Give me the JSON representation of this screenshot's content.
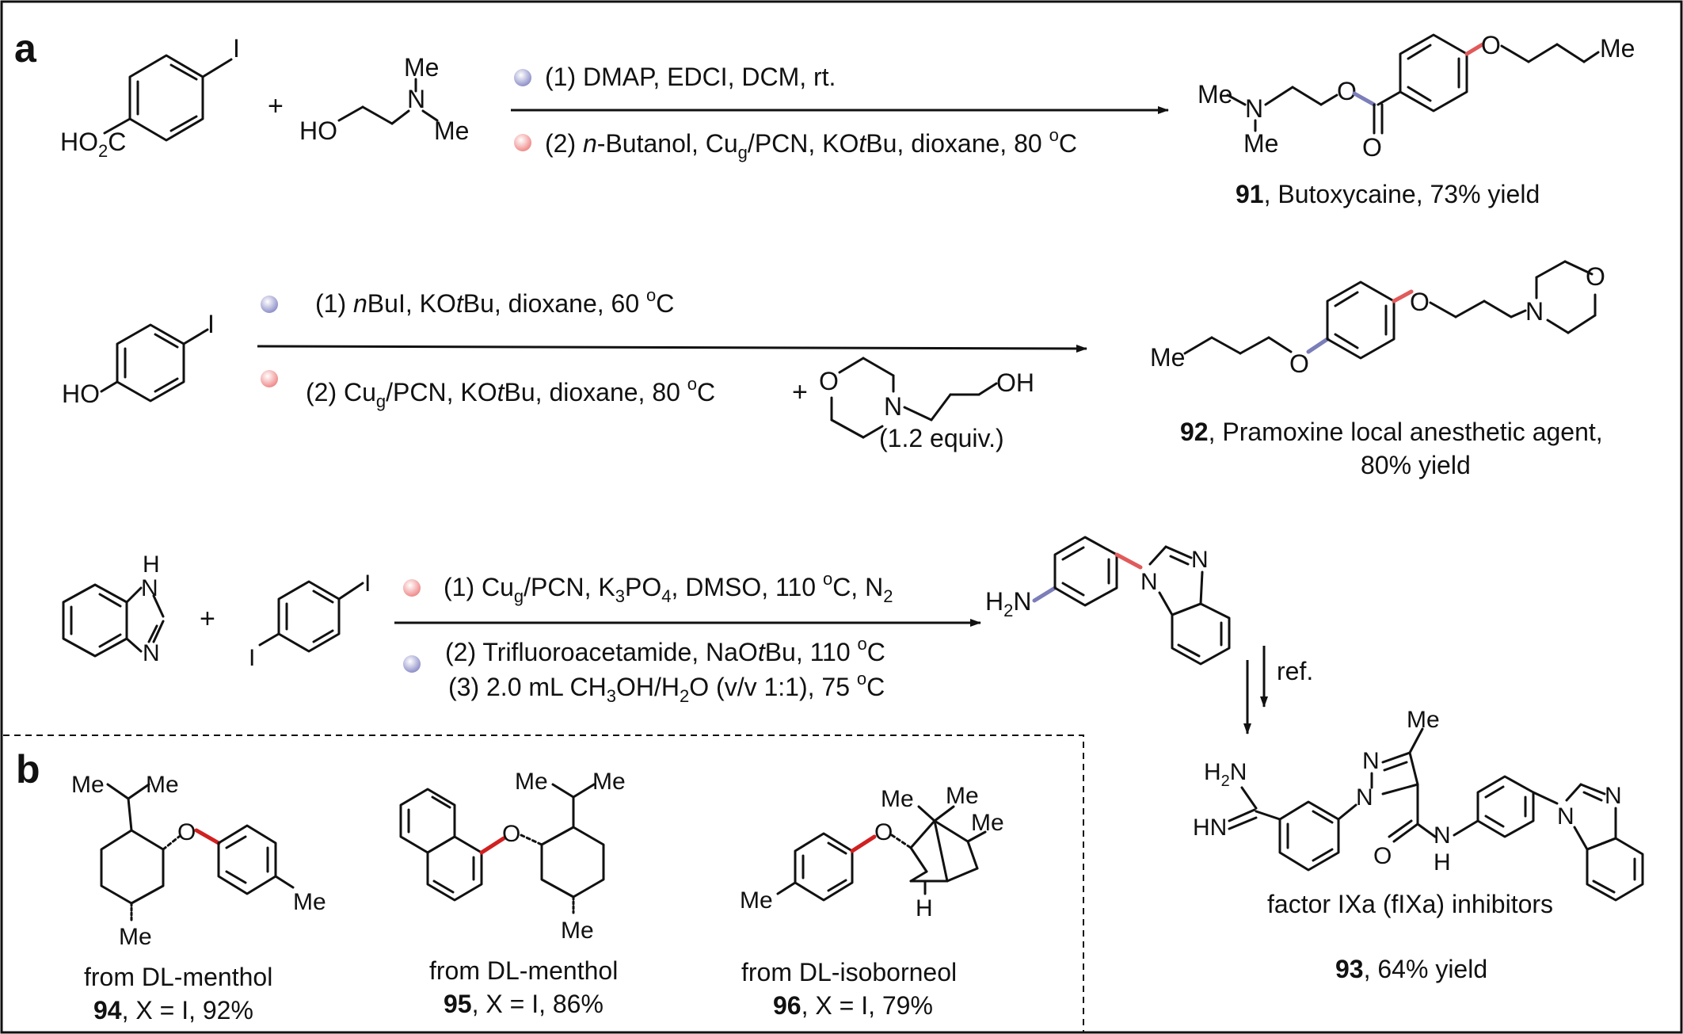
{
  "panels": {
    "a": "a",
    "b": "b"
  },
  "colors": {
    "base_site": "#8f90c9",
    "cu_site": "#f08a8a",
    "new_co_bond": "#7b7eb8",
    "new_cx_bond": "#e15a5a",
    "panel_b_bond": "#d12020"
  },
  "scheme1": {
    "plus": "+",
    "cond1": "(1) DMAP,  EDCI, DCM, rt.",
    "cond2_pre": "(2) ",
    "cond2_it": "n",
    "cond2_a": "-Butanol, Cu",
    "cond2_sub": "g",
    "cond2_b": "/PCN, KO",
    "cond2_it2": "t",
    "cond2_c": "Bu, dioxane, 80 ",
    "cond2_deg": "o",
    "cond2_d": "C",
    "product_num": "91",
    "product_name": ", Butoxycaine, 73% yield"
  },
  "scheme2": {
    "cond1_pre": "(1) ",
    "cond1_it": "n",
    "cond1_a": "BuI, KO",
    "cond1_it2": "t",
    "cond1_b": "Bu, dioxane, 60 ",
    "cond1_deg": "o",
    "cond1_c": "C",
    "cond2_a": "(2) Cu",
    "cond2_sub": "g",
    "cond2_b": "/PCN, KO",
    "cond2_it": "t",
    "cond2_c": "Bu, dioxane, 80 ",
    "cond2_deg": "o",
    "cond2_d": "C",
    "plus": "+",
    "equiv": "(1.2 equiv.)",
    "product_num": "92",
    "product_name": ", Pramoxine local anesthetic agent,",
    "product_yield": "80% yield"
  },
  "scheme3": {
    "plus": "+",
    "cond1_a": "(1) Cu",
    "cond1_sub": "g",
    "cond1_b": "/PCN, K",
    "cond1_sub2": "3",
    "cond1_c": "PO",
    "cond1_sub3": "4",
    "cond1_d": ", DMSO, 110 ",
    "cond1_deg": "o",
    "cond1_e": "C, N",
    "cond1_sub4": "2",
    "cond2_a": "(2) Trifluoroacetamide, NaO",
    "cond2_it": "t",
    "cond2_b": "Bu, 110 ",
    "cond2_deg": "o",
    "cond2_c": "C",
    "cond3_a": "(3) 2.0 mL CH",
    "cond3_sub": "3",
    "cond3_b": "OH/H",
    "cond3_sub2": "2",
    "cond3_c": "O (v/v 1:1), 75 ",
    "cond3_deg": "o",
    "cond3_d": "C",
    "ref": "ref.",
    "inhibitor_name": "factor IXa (fIXa) inhibitors",
    "product_num": "93",
    "product_yield": ", 64% yield"
  },
  "atoms": {
    "I": "I",
    "O": "O",
    "N": "N",
    "H": "H",
    "Me": "Me",
    "HO": "HO",
    "OH": "OH",
    "HO2C_a": "HO",
    "HO2C_sub": "2",
    "HO2C_b": "C",
    "H2N_a": "H",
    "H2N_sub": "2",
    "H2N_b": "N",
    "HN": "HN"
  },
  "panel_b": {
    "c94_from": "from DL-menthol",
    "c94_num": "94",
    "c94_yield": ", X = I, 92%",
    "c95_from": "from DL-menthol",
    "c95_num": "95",
    "c95_yield": ", X = I, 86%",
    "c96_from": "from DL-isoborneol",
    "c96_num": "96",
    "c96_yield": ", X = I, 79%"
  }
}
